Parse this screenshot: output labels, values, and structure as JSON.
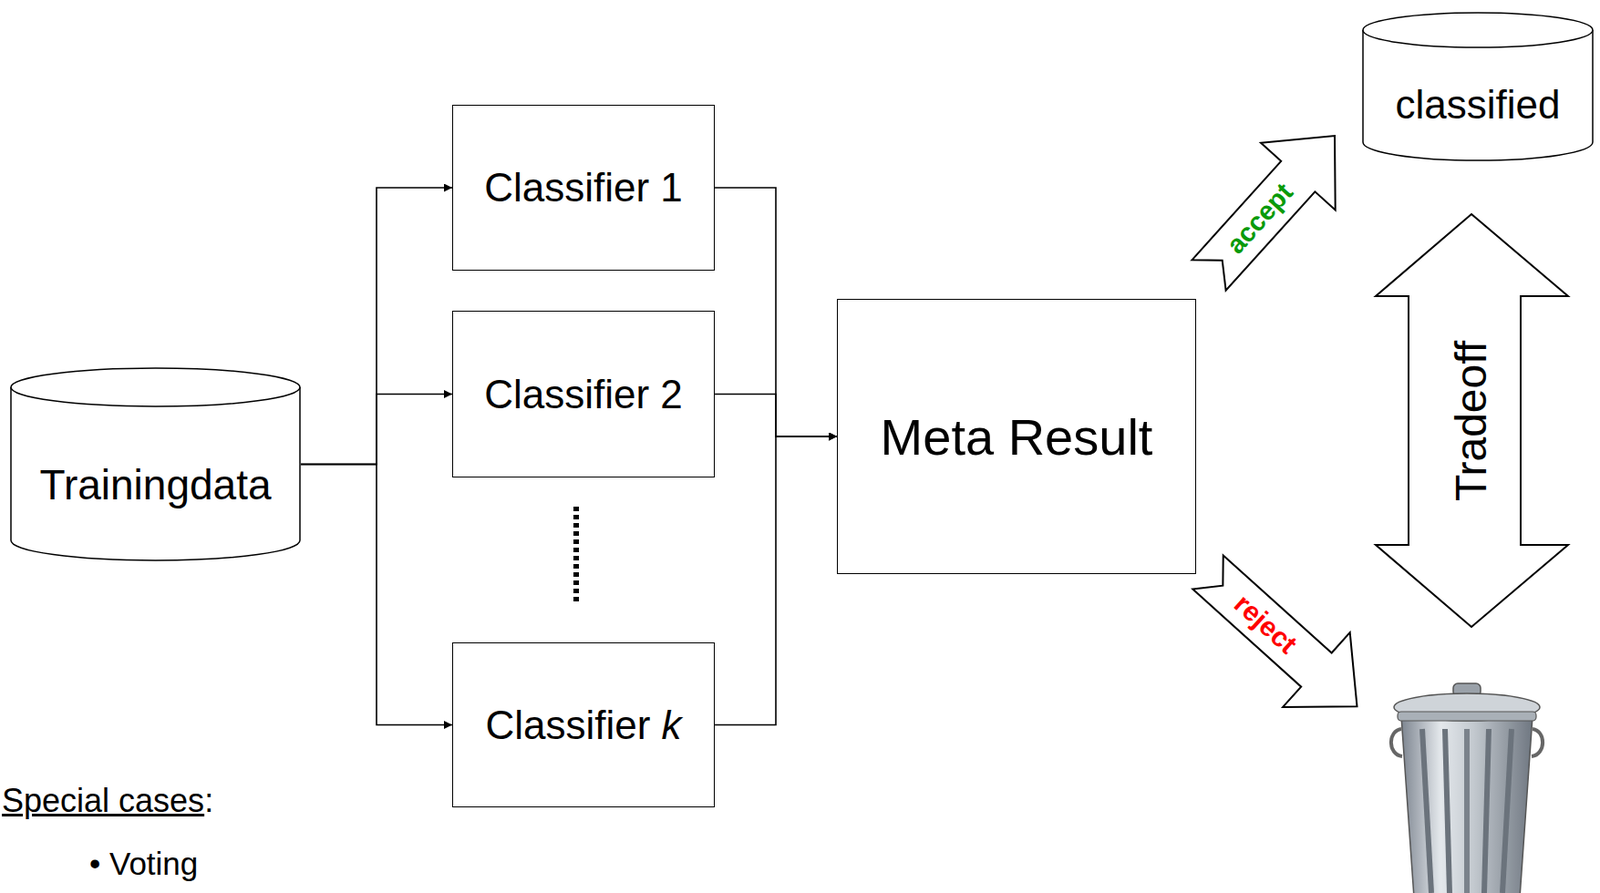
{
  "diagram": {
    "nodes": [
      {
        "text": [
          "Trainingdata"
        ]
      },
      {
        "text": [
          "Classifier 1"
        ]
      },
      {
        "text": [
          "Classifier 2"
        ]
      },
      {
        "text": [
          "Classifier k"
        ]
      },
      {
        "text": [
          "Meta Result"
        ]
      },
      {
        "text": [
          "classified"
        ]
      }
    ],
    "edges": [
      {
        "from": 0,
        "to": 1,
        "arrow": "to"
      },
      {
        "from": 0,
        "to": 2,
        "arrow": "to"
      },
      {
        "from": 0,
        "to": 3,
        "arrow": "to"
      },
      {
        "from": 1,
        "to": 4,
        "arrow": "to"
      },
      {
        "from": 2,
        "to": 4,
        "arrow": "to"
      },
      {
        "from": 3,
        "to": 4,
        "arrow": "to"
      },
      {
        "from": 4,
        "to": 5,
        "label": "accept",
        "arrow": "to"
      }
    ],
    "labels": [
      "reject",
      "Tradeoff",
      "Special cases:",
      "• Voting"
    ]
  }
}
